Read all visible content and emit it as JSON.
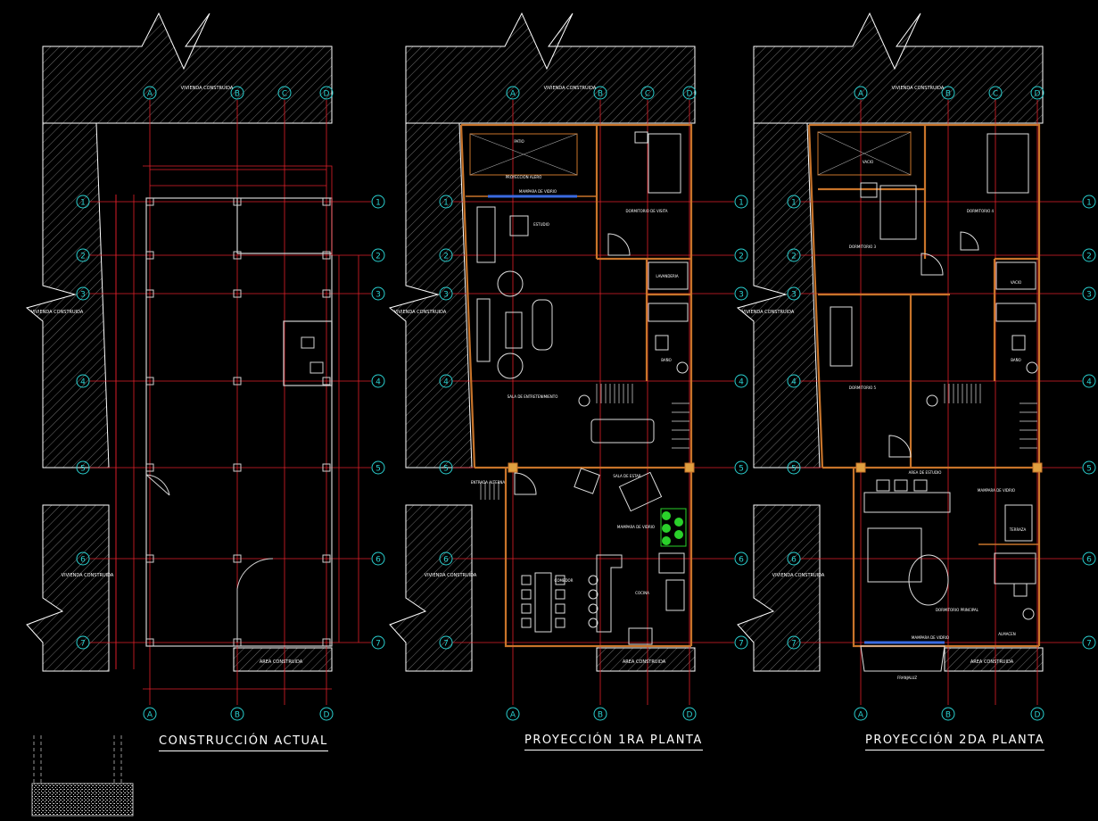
{
  "colors": {
    "background": "#000000",
    "grid_axis": "#e0202a",
    "grid_bubble": "#2ad0d0",
    "wall": "#c8742a",
    "hatch": "#7a7a7a",
    "text": "#ffffff",
    "dimension": "#e0202a",
    "glass": "#3a6ae0",
    "vegetation": "#2ad02a"
  },
  "plans": [
    {
      "id": "actual",
      "title": "CONSTRUCCIÓN ACTUAL",
      "neighbor_labels": [
        "VIVIENDA CONSTRUIDA",
        "VIVIENDA CONSTRUIDA",
        "VIVIENDA CONSTRUIDA",
        "AREA CONSTRUIDA"
      ],
      "room_labels": []
    },
    {
      "id": "planta1",
      "title": "PROYECCIÓN 1RA PLANTA",
      "neighbor_labels": [
        "VIVIENDA CONSTRUIDA",
        "VIVIENDA CONSTRUIDA",
        "VIVIENDA CONSTRUIDA",
        "AREA CONSTRUIDA"
      ],
      "room_labels": [
        "PATIO",
        "PROYECCION ALERO",
        "MAMPARA DE VIDRIO",
        "DORMITORIO DE VISITA",
        "ESTUDIO",
        "LAVANDERIA",
        "BAÑO",
        "SALA DE ENTRETENIMIENTO",
        "ENTRADA ALTERNA",
        "SALA DE ESTAR",
        "MAMPARA DE VIDRIO",
        "COMEDOR",
        "COCINA"
      ]
    },
    {
      "id": "planta2",
      "title": "PROYECCIÓN 2DA PLANTA",
      "neighbor_labels": [
        "VIVIENDA CONSTRUIDA",
        "VIVIENDA CONSTRUIDA",
        "VIVIENDA CONSTRUIDA",
        "AREA CONSTRUIDA"
      ],
      "room_labels": [
        "VACIO",
        "DORMITORIO 4",
        "DORMITORIO 3",
        "VACIO",
        "DORMITORIO 5",
        "BAÑO",
        "AREA DE ESTUDIO",
        "MAMPARA DE VIDRIO",
        "TERRAZA",
        "DORMITORIO PRINCIPAL",
        "MAMPARA DE VIDRIO",
        "ALMACEN",
        "FRANJALUZ"
      ]
    }
  ],
  "axes": {
    "columns": [
      "A",
      "B",
      "C",
      "D"
    ],
    "rows": [
      "1",
      "2",
      "3",
      "4",
      "5",
      "6",
      "7"
    ]
  }
}
